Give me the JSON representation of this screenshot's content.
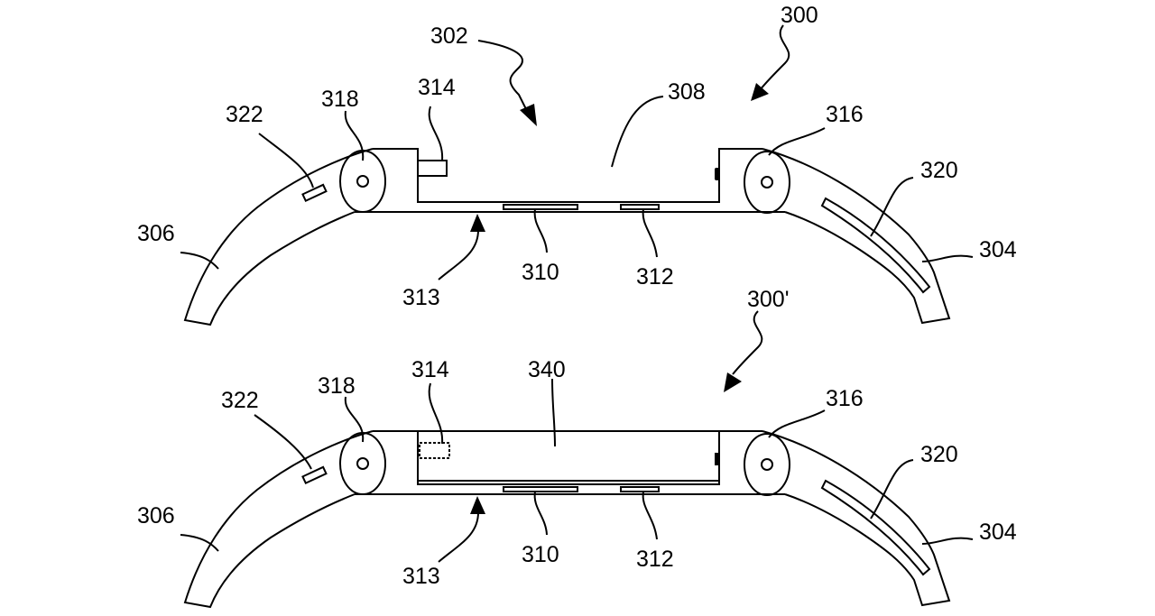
{
  "figure_top": {
    "labels": {
      "l300": "300",
      "l302": "302",
      "l308": "308",
      "l314": "314",
      "l318": "318",
      "l322": "322",
      "l316": "316",
      "l320": "320",
      "l306": "306",
      "l304": "304",
      "l313": "313",
      "l310": "310",
      "l312": "312"
    }
  },
  "figure_bottom": {
    "labels": {
      "l300p": "300'",
      "l314": "314",
      "l340": "340",
      "l318": "318",
      "l322": "322",
      "l316": "316",
      "l320": "320",
      "l306": "306",
      "l304": "304",
      "l313": "313",
      "l310": "310",
      "l312": "312"
    }
  }
}
